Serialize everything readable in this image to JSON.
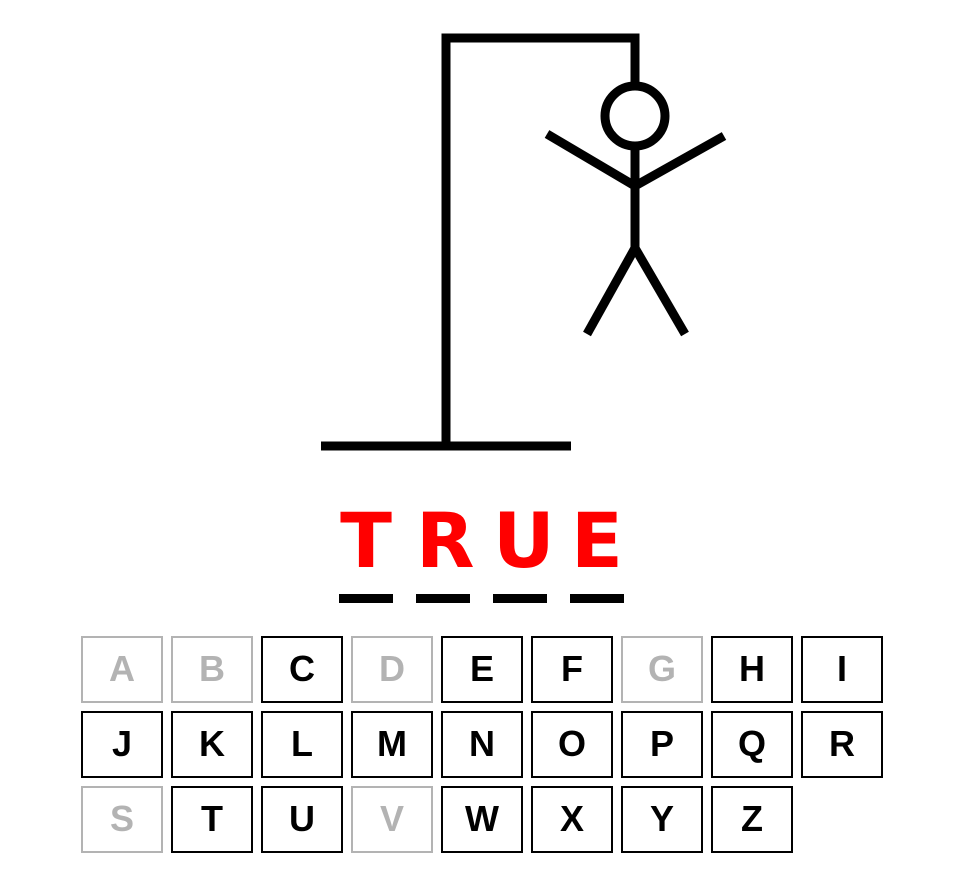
{
  "colors": {
    "revealed_letter": "#ff0000",
    "active_key": "#000000",
    "used_key": "#b3b3b3",
    "drawing": "#000000"
  },
  "hangman": {
    "wrong_guesses": 6,
    "parts_drawn": [
      "head",
      "body",
      "left-arm",
      "right-arm",
      "left-leg",
      "right-leg"
    ]
  },
  "word": {
    "letters": [
      "T",
      "R",
      "U",
      "E"
    ]
  },
  "keyboard": {
    "keys": [
      {
        "letter": "A",
        "used": true
      },
      {
        "letter": "B",
        "used": true
      },
      {
        "letter": "C",
        "used": false
      },
      {
        "letter": "D",
        "used": true
      },
      {
        "letter": "E",
        "used": false
      },
      {
        "letter": "F",
        "used": false
      },
      {
        "letter": "G",
        "used": true
      },
      {
        "letter": "H",
        "used": false
      },
      {
        "letter": "I",
        "used": false
      },
      {
        "letter": "J",
        "used": false
      },
      {
        "letter": "K",
        "used": false
      },
      {
        "letter": "L",
        "used": false
      },
      {
        "letter": "M",
        "used": false
      },
      {
        "letter": "N",
        "used": false
      },
      {
        "letter": "O",
        "used": false
      },
      {
        "letter": "P",
        "used": false
      },
      {
        "letter": "Q",
        "used": false
      },
      {
        "letter": "R",
        "used": false
      },
      {
        "letter": "S",
        "used": true
      },
      {
        "letter": "T",
        "used": false
      },
      {
        "letter": "U",
        "used": false
      },
      {
        "letter": "V",
        "used": true
      },
      {
        "letter": "W",
        "used": false
      },
      {
        "letter": "X",
        "used": false
      },
      {
        "letter": "Y",
        "used": false
      },
      {
        "letter": "Z",
        "used": false
      }
    ]
  }
}
